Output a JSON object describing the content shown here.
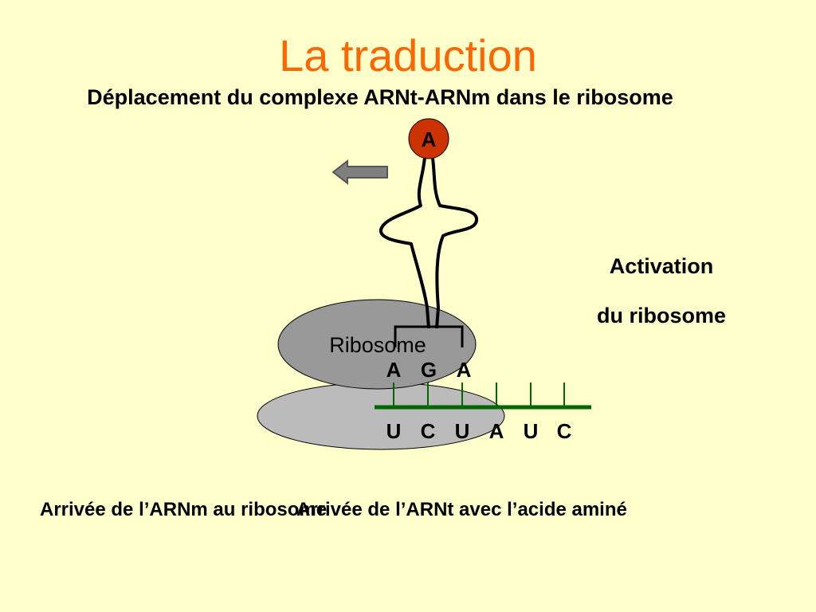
{
  "slide": {
    "title": "La traduction",
    "subtitle": "Déplacement du complexe ARNt-ARNm dans le ribosome",
    "side_text_line1": "Activation",
    "side_text_line2": "du ribosome",
    "caption_mrna": "Arrivée de l’ARNm au ribosome",
    "caption_trna": "Arrivée de l’ARNt avec l’acide aminé"
  },
  "diagram": {
    "amino_acid_label": "A",
    "ribosome_label": "Ribosome",
    "anticodon": [
      "A",
      "G",
      "A"
    ],
    "mrna_codons": [
      "U",
      "C",
      "U",
      "A",
      "U",
      "C"
    ],
    "colors": {
      "title": "#ff6600",
      "background": "#ffffcc",
      "amino_acid_fill": "#cc3300",
      "ribosome_large": "#999999",
      "ribosome_small": "#bbbbbb",
      "mrna_strand": "#006600",
      "arrow": "#808080"
    },
    "icons": [
      "left-arrow-icon"
    ]
  }
}
